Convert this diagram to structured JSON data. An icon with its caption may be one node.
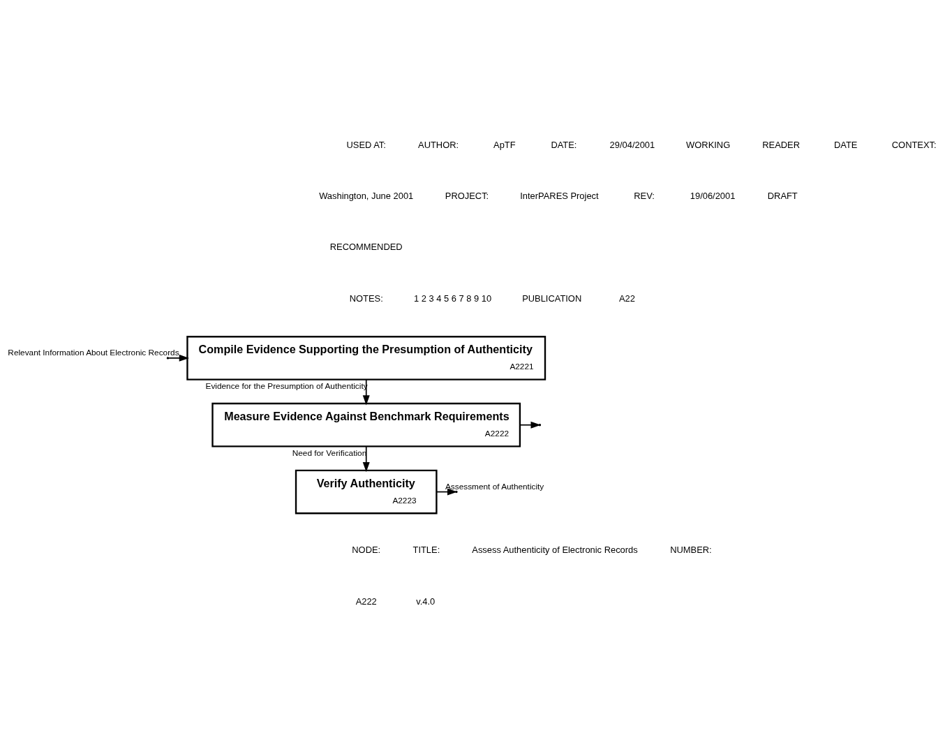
{
  "diagram": {
    "nodes": [
      {
        "text": [
          "Compile Evidence Supporting the Presumption of Authenticity",
          "A2221"
        ]
      },
      {
        "text": [
          "Measure Evidence Against Benchmark Requirements",
          "A2222"
        ]
      },
      {
        "text": [
          "Verify Authenticity",
          "A2223"
        ]
      }
    ],
    "edges": [
      {
        "from": null,
        "to": 0,
        "arrow": "to",
        "label": "Relevant Information About Electronic Records"
      },
      {
        "from": 0,
        "to": 1,
        "arrow": "to",
        "label": "Evidence for the Presumption of Authenticity"
      },
      {
        "from": 1,
        "to": 2,
        "arrow": "to",
        "label": "Need for Verification"
      },
      {
        "from": 1,
        "to": null,
        "arrow": "to"
      },
      {
        "from": 2,
        "to": null,
        "arrow": "to",
        "label": "Assessment of Authenticity"
      }
    ],
    "labels": [
      "USED AT:",
      "AUTHOR:",
      "ApTF",
      "DATE:",
      "29/04/2001",
      "WORKING",
      "READER",
      "DATE",
      "CONTEXT:",
      "Washington, June 2001",
      "PROJECT:",
      "InterPARES Project",
      "REV:",
      "19/06/2001",
      "DRAFT",
      "RECOMMENDED",
      "NOTES:",
      "1 2 3 4 5 6 7 8 9 10",
      "PUBLICATION",
      "A22",
      "NODE:",
      "TITLE:",
      "Assess Authenticity of Electronic Records",
      "NUMBER:",
      "A222",
      "v.4.0"
    ]
  }
}
